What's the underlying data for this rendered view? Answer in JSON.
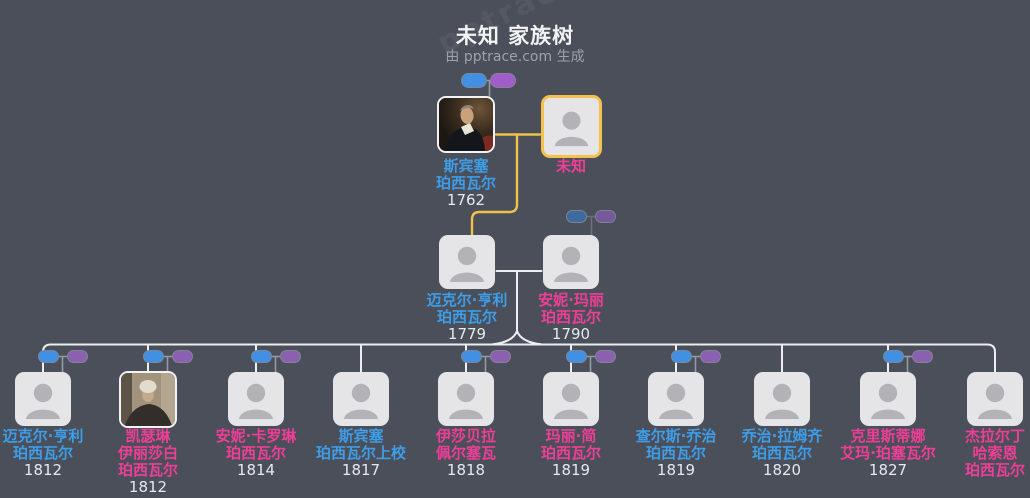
{
  "header": {
    "title": "未知 家族树",
    "subtitle": "由 pptrace.com 生成",
    "watermark": "pptrace.com"
  },
  "colors": {
    "background": "#4A4F59",
    "male_name": "#3E9DE9",
    "female_name": "#EF3E98",
    "year_text": "#E6E9ED",
    "connector_line": "#EDEEF1",
    "highlight_link": "#F0C24C",
    "selected_border": "#F2C14E",
    "node_fill": "#E5E5E8",
    "avatar_glyph": "#B2B2B7",
    "chip_blue": "#4190E3",
    "chip_purple": "#A05CC8",
    "chip_blue_muted": "#3E6B9D",
    "chip_purple_muted": "#75599B"
  },
  "generation1": {
    "persons": [
      {
        "name_lines": [
          "斯宾塞",
          "珀西瓦尔"
        ],
        "year": "1762",
        "gender": "male",
        "photo": "portrait-painting",
        "couple_chip": "bright",
        "selected": false
      },
      {
        "name_lines": [
          "未知"
        ],
        "year": "",
        "gender": "female",
        "photo": null,
        "couple_chip": null,
        "selected": true
      }
    ]
  },
  "generation2": {
    "persons": [
      {
        "name_lines": [
          "迈克尔·亨利",
          "珀西瓦尔"
        ],
        "year": "1779",
        "gender": "male",
        "photo": null,
        "couple_chip": null,
        "selected": false
      },
      {
        "name_lines": [
          "安妮·玛丽",
          "珀西瓦尔"
        ],
        "year": "1790",
        "gender": "female",
        "photo": null,
        "couple_chip": "muted",
        "selected": false
      }
    ]
  },
  "children": [
    {
      "name_lines": [
        "迈克尔·亨利",
        "珀西瓦尔"
      ],
      "year": "1812",
      "gender": "male",
      "photo": null,
      "couple_chip": "bright"
    },
    {
      "name_lines": [
        "凯瑟琳",
        "伊丽莎白",
        "珀西瓦尔"
      ],
      "year": "1812",
      "gender": "female",
      "photo": "photo-woman",
      "couple_chip": "bright"
    },
    {
      "name_lines": [
        "安妮·卡罗琳",
        "珀西瓦尔"
      ],
      "year": "1814",
      "gender": "female",
      "photo": null,
      "couple_chip": "bright"
    },
    {
      "name_lines": [
        "斯宾塞",
        "珀西瓦尔上校"
      ],
      "year": "1817",
      "gender": "male",
      "photo": null,
      "couple_chip": null
    },
    {
      "name_lines": [
        "伊莎贝拉",
        "佩尔塞瓦"
      ],
      "year": "1818",
      "gender": "female",
      "photo": null,
      "couple_chip": "bright"
    },
    {
      "name_lines": [
        "玛丽·简",
        "珀西瓦尔"
      ],
      "year": "1819",
      "gender": "female",
      "photo": null,
      "couple_chip": "bright"
    },
    {
      "name_lines": [
        "查尔斯·乔治",
        "珀西瓦尔"
      ],
      "year": "1819",
      "gender": "male",
      "photo": null,
      "couple_chip": "bright"
    },
    {
      "name_lines": [
        "乔治·拉姆齐",
        "珀西瓦尔"
      ],
      "year": "1820",
      "gender": "male",
      "photo": null,
      "couple_chip": null
    },
    {
      "name_lines": [
        "克里斯蒂娜",
        "艾玛·珀塞瓦尔"
      ],
      "year": "1827",
      "gender": "female",
      "photo": null,
      "couple_chip": "bright"
    },
    {
      "name_lines": [
        "杰拉尔丁",
        "哈索恩",
        "珀西瓦尔"
      ],
      "year": "",
      "gender": "female",
      "photo": null,
      "couple_chip": null
    }
  ]
}
